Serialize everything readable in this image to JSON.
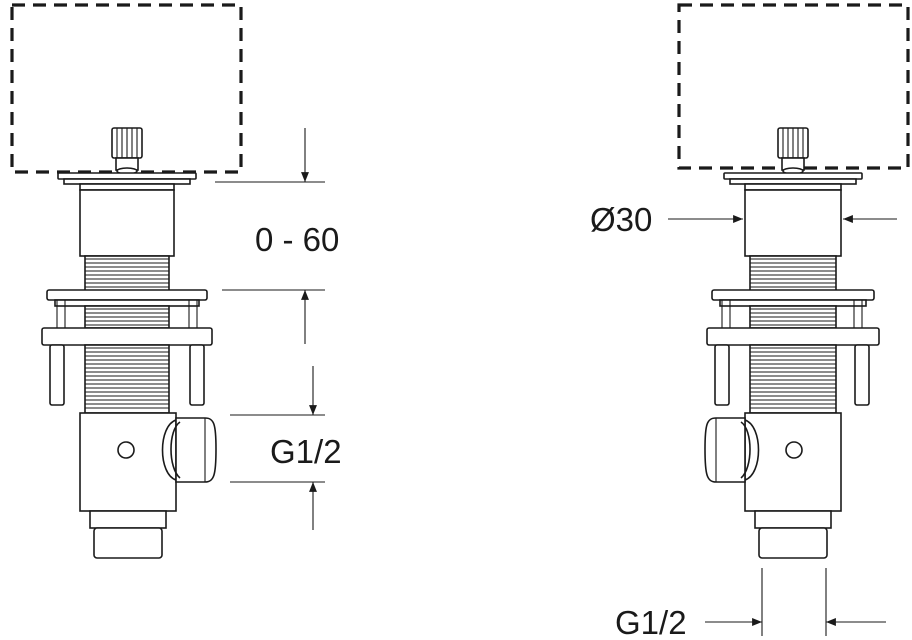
{
  "labels": {
    "adjust_range": "0 - 60",
    "thread_side": "G1/2",
    "diameter": "Ø30",
    "thread_bottom": "G1/2"
  },
  "views": [
    {
      "name": "side-view-with-outlet-right"
    },
    {
      "name": "side-view-with-outlet-left"
    }
  ]
}
